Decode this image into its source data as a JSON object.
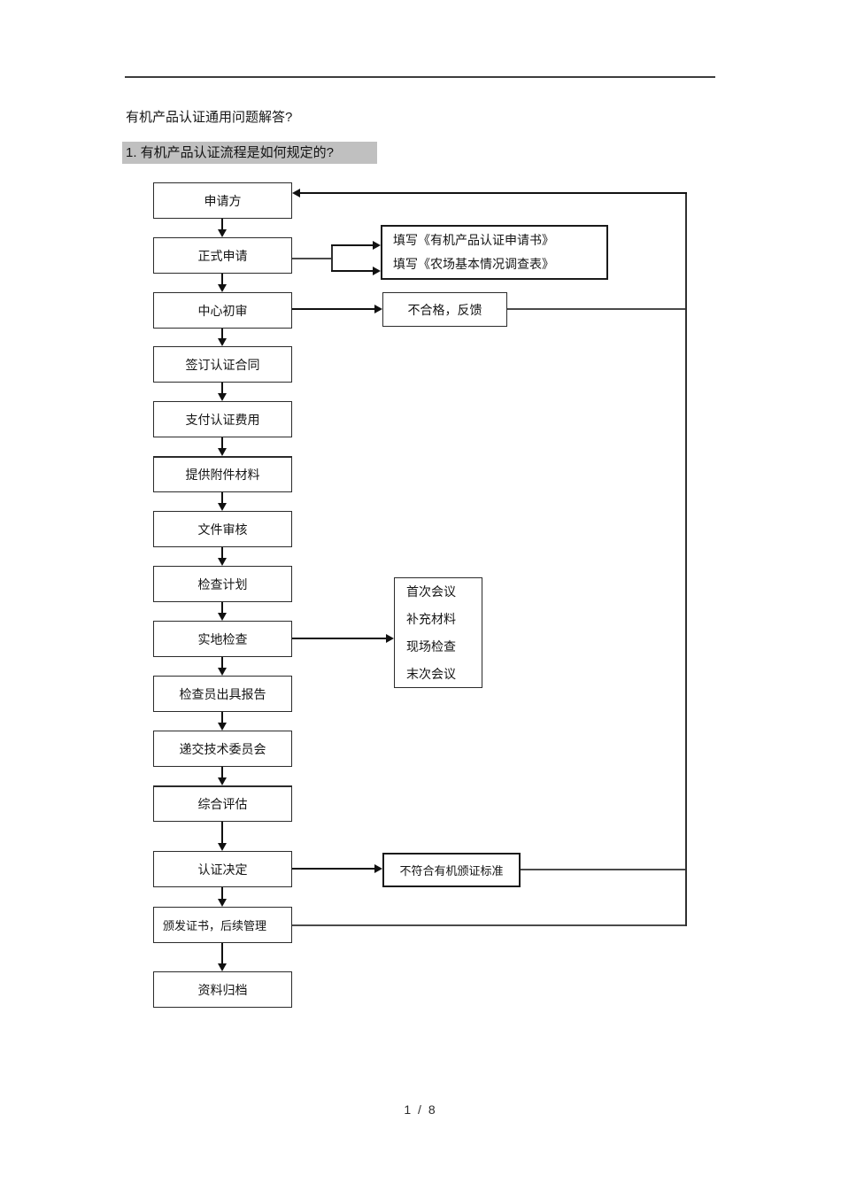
{
  "document": {
    "title": "有机产品认证通用问题解答?",
    "section_heading": "1. 有机产品认证流程是如何规定的?",
    "page_number": "1 / 8"
  },
  "flowchart": {
    "steps": [
      {
        "label": "申请方"
      },
      {
        "label": "正式申请"
      },
      {
        "label": "中心初审"
      },
      {
        "label": "签订认证合同"
      },
      {
        "label": "支付认证费用"
      },
      {
        "label": "提供附件材料"
      },
      {
        "label": "文件审核"
      },
      {
        "label": "检查计划"
      },
      {
        "label": "实地检查"
      },
      {
        "label": "检查员出具报告"
      },
      {
        "label": "递交技术委员会"
      },
      {
        "label": "综合评估"
      },
      {
        "label": "认证决定"
      },
      {
        "label": "颁发证书，后续管理"
      },
      {
        "label": "资料归档"
      }
    ],
    "form_note_lines": [
      "填写《有机产品认证申请书》",
      "填写《农场基本情况调查表》"
    ],
    "fail_feedback": "不合格，反馈",
    "site_visit_lines": [
      "首次会议",
      "补充材料",
      "现场检查",
      "末次会议"
    ],
    "not_compliant": "不符合有机颁证标准"
  },
  "colors": {
    "heading_highlight": "#c0c0c0",
    "line": "#111111",
    "text": "#141414",
    "background": "#ffffff"
  }
}
